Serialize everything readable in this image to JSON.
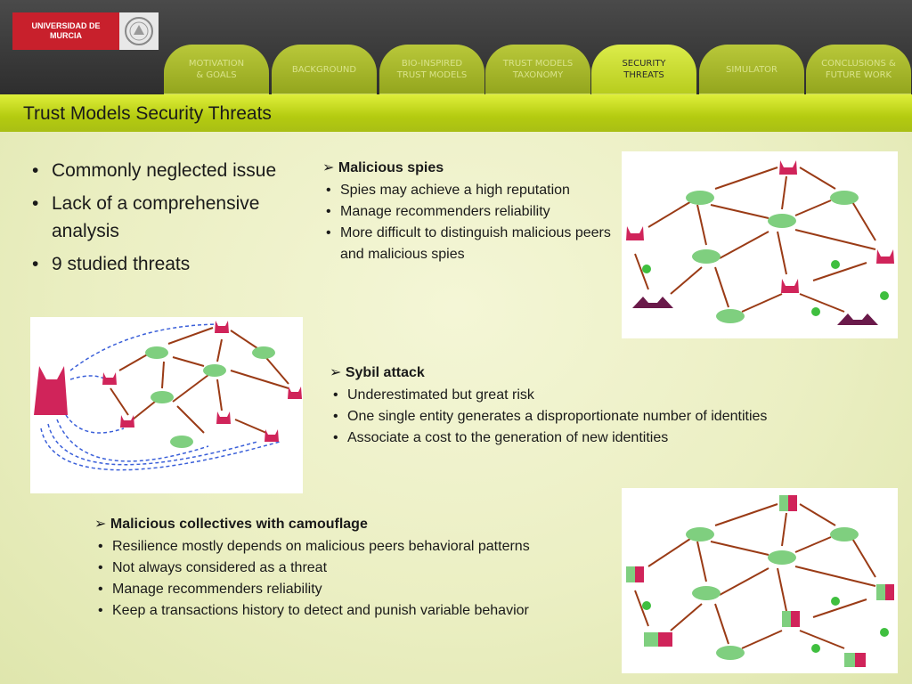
{
  "header": {
    "logo_line1": "UNIVERSIDAD DE",
    "logo_line2": "MURCIA",
    "tabs": [
      {
        "line1": "MOTIVATION",
        "line2": "& GOALS"
      },
      {
        "line1": "BACKGROUND",
        "line2": ""
      },
      {
        "line1": "BIO-INSPIRED",
        "line2": "TRUST MODELS"
      },
      {
        "line1": "TRUST MODELS",
        "line2": "TAXONOMY"
      },
      {
        "line1": "SECURITY",
        "line2": "THREATS"
      },
      {
        "line1": "SIMULATOR",
        "line2": ""
      },
      {
        "line1": "CONCLUSIONS &",
        "line2": "FUTURE WORK"
      }
    ],
    "active_tab": 4
  },
  "slide": {
    "title": "Trust Models Security Threats",
    "main_bullets": [
      "Commonly neglected issue",
      "Lack of a comprehensive analysis",
      "9 studied threats"
    ],
    "spies": {
      "heading": "Malicious spies",
      "items": [
        "Spies may achieve a high reputation",
        "Manage recommenders reliability",
        "More difficult to distinguish malicious peers and malicious spies"
      ]
    },
    "sybil": {
      "heading": "Sybil attack",
      "items": [
        "Underestimated but great risk",
        "One single entity generates a disproportionate number of identities",
        "Associate a cost to the generation of new identities"
      ]
    },
    "collectives": {
      "heading": "Malicious collectives with camouflage",
      "items": [
        "Resilience mostly depends on malicious peers behavioral patterns",
        "Not always considered as a threat",
        "Manage recommenders reliability",
        "Keep a transactions history to detect and punish variable behavior"
      ]
    }
  },
  "colors": {
    "angel": "#7fcf7f",
    "devil": "#d0245a",
    "spy": "#6a1a4a",
    "edge": "#9a3b16",
    "accent": "#b7cc1d"
  }
}
